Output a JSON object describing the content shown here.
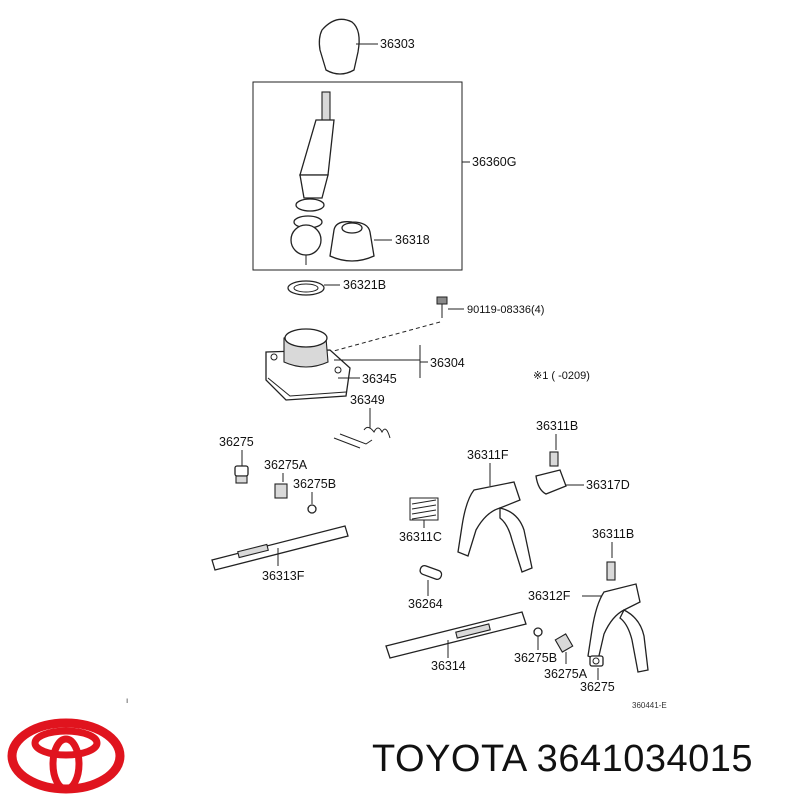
{
  "labels": {
    "p36303": "36303",
    "p36360G": "36360G",
    "p36318": "36318",
    "p36321B": "36321B",
    "p90119": "90119-08336(4)",
    "p36304": "36304",
    "p36345": "36345",
    "note": "※1 (      -0209)",
    "p36349": "36349",
    "p36275a": "36275",
    "p36275A1": "36275A",
    "p36275B1": "36275B",
    "p36311B1": "36311B",
    "p36311F": "36311F",
    "p36317D": "36317D",
    "p36311C": "36311C",
    "p36311B2": "36311B",
    "p36313F": "36313F",
    "p36264": "36264",
    "p36312F": "36312F",
    "p36314": "36314",
    "p36275B2": "36275B",
    "p36275A2": "36275A",
    "p36275b": "36275",
    "ref": "360441-E",
    "mark": "ı"
  },
  "brand": {
    "name_and_part": "TOYOTA 3641034015",
    "logo": "toyota-logo",
    "logo_color": "#e0141e"
  }
}
